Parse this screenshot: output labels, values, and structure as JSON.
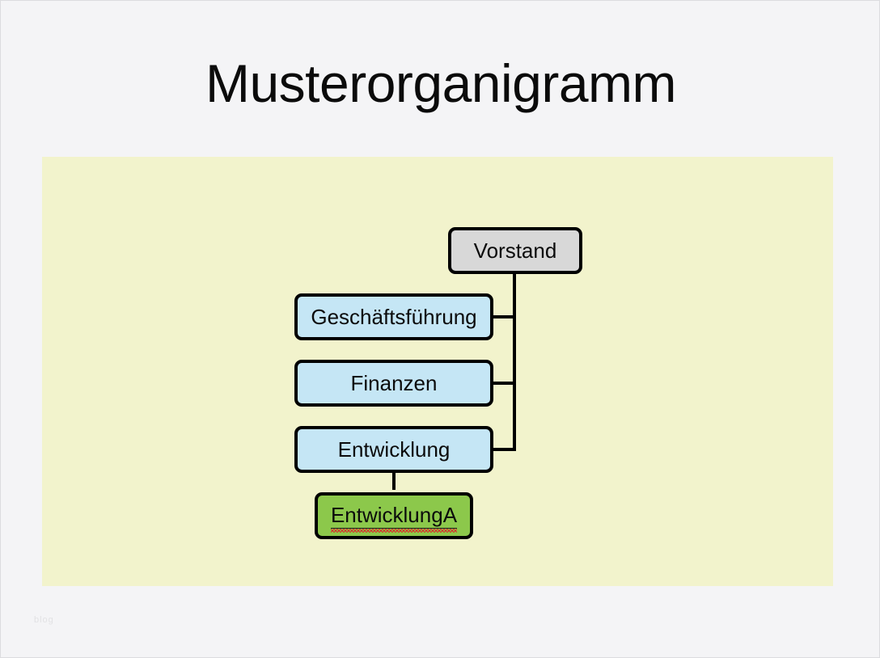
{
  "page": {
    "title": "Musterorganigramm",
    "watermark": "blog",
    "background_color": "#f4f4f6",
    "canvas_color": "#f2f3cc"
  },
  "chart_data": {
    "type": "diagram",
    "diagram_kind": "organizational-chart",
    "title": "Musterorganigramm",
    "orientation": "left-hanging",
    "colors": {
      "root_fill": "#d8d8d8",
      "branch_fill": "#c5e6f5",
      "leaf_fill": "#8cc84b",
      "border": "#000000",
      "connector": "#000000",
      "spellcheck_underline": "#d6352b"
    },
    "nodes": [
      {
        "id": "vorstand",
        "label": "Vorstand",
        "level": 0,
        "fill": "#d8d8d8",
        "parent": null,
        "style": "root"
      },
      {
        "id": "geschaeftsfuehrung",
        "label": "Geschäftsführung",
        "level": 1,
        "fill": "#c5e6f5",
        "parent": "vorstand",
        "style": "branch"
      },
      {
        "id": "finanzen",
        "label": "Finanzen",
        "level": 1,
        "fill": "#c5e6f5",
        "parent": "vorstand",
        "style": "branch"
      },
      {
        "id": "entwicklung",
        "label": "Entwicklung",
        "level": 1,
        "fill": "#c5e6f5",
        "parent": "vorstand",
        "style": "branch"
      },
      {
        "id": "entwicklung_a",
        "label": "EntwicklungA",
        "level": 2,
        "fill": "#8cc84b",
        "parent": "entwicklung",
        "style": "leaf",
        "spellcheck_flagged": true
      }
    ],
    "edges": [
      {
        "from": "vorstand",
        "to": "geschaeftsfuehrung"
      },
      {
        "from": "vorstand",
        "to": "finanzen"
      },
      {
        "from": "vorstand",
        "to": "entwicklung"
      },
      {
        "from": "entwicklung",
        "to": "entwicklung_a"
      }
    ]
  }
}
